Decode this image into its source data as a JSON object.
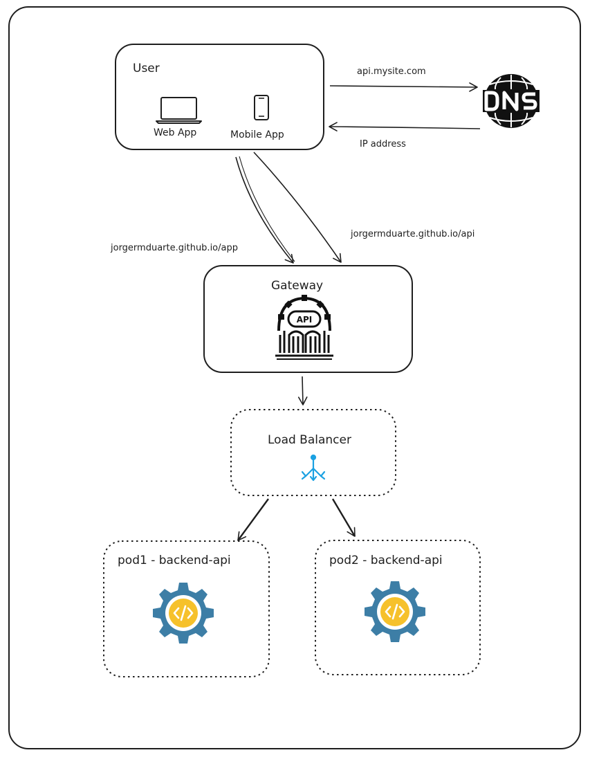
{
  "user": {
    "title": "User",
    "web_app_label": "Web App",
    "mobile_app_label": "Mobile App"
  },
  "dns": {
    "request_label": "api.mysite.com",
    "response_label": "IP address"
  },
  "routes": {
    "app_path": "jorgermduarte.github.io/app",
    "api_path": "jorgermduarte.github.io/api"
  },
  "gateway": {
    "title": "Gateway",
    "icon_text": "API"
  },
  "load_balancer": {
    "title": "Load Balancer"
  },
  "pods": [
    {
      "title": "pod1 - backend-api"
    },
    {
      "title": "pod2 - backend-api"
    }
  ],
  "colors": {
    "stroke": "#1e1e1e",
    "load_balancer_icon": "#1ba1e2",
    "gear": "#3d7ea6",
    "code_badge": "#f6c12b"
  }
}
